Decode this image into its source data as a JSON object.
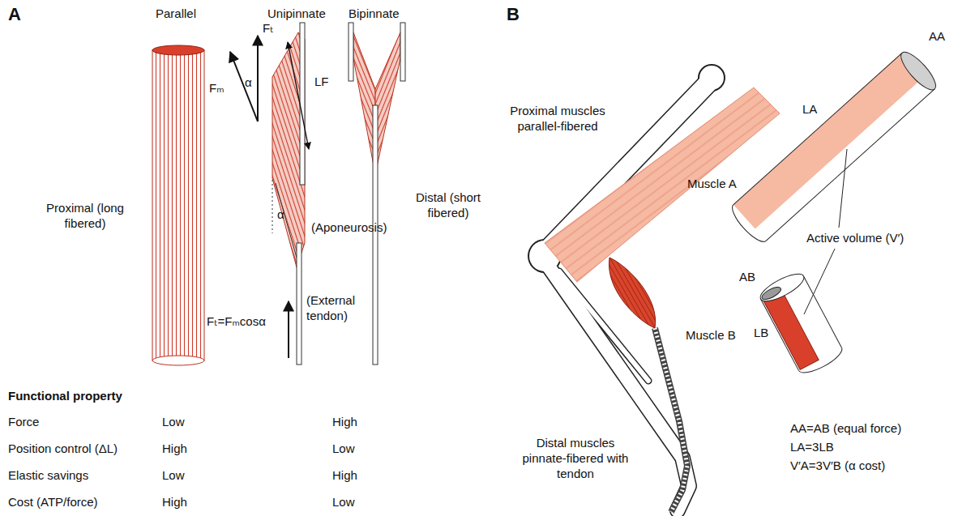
{
  "diagram": {
    "labels": [
      "A",
      "Parallel",
      "Unipinnate",
      "Bipinnate",
      "Fₜ",
      "α",
      "Fₘ",
      "LF",
      "Proximal (long fibered)",
      "α",
      "(Aponeurosis)",
      "Distal (short fibered)",
      "Fₜ=Fₘcosα",
      "(External tendon)",
      "Functional property",
      "Force",
      "Low",
      "High",
      "Position control (ΔL)",
      "High",
      "Low",
      "Elastic savings",
      "Low",
      "High",
      "Cost (ATP/force)",
      "High",
      "Low",
      "B",
      "Proximal muscles parallel-fibered",
      "AA",
      "LA",
      "Muscle A",
      "Active volume (V′)",
      "Muscle B",
      "AB",
      "LB",
      "Distal muscles pinnate-fibered with tendon",
      "AA=AB (equal force)",
      "LA=3LB",
      "V′A=3V′B (α cost)"
    ]
  }
}
